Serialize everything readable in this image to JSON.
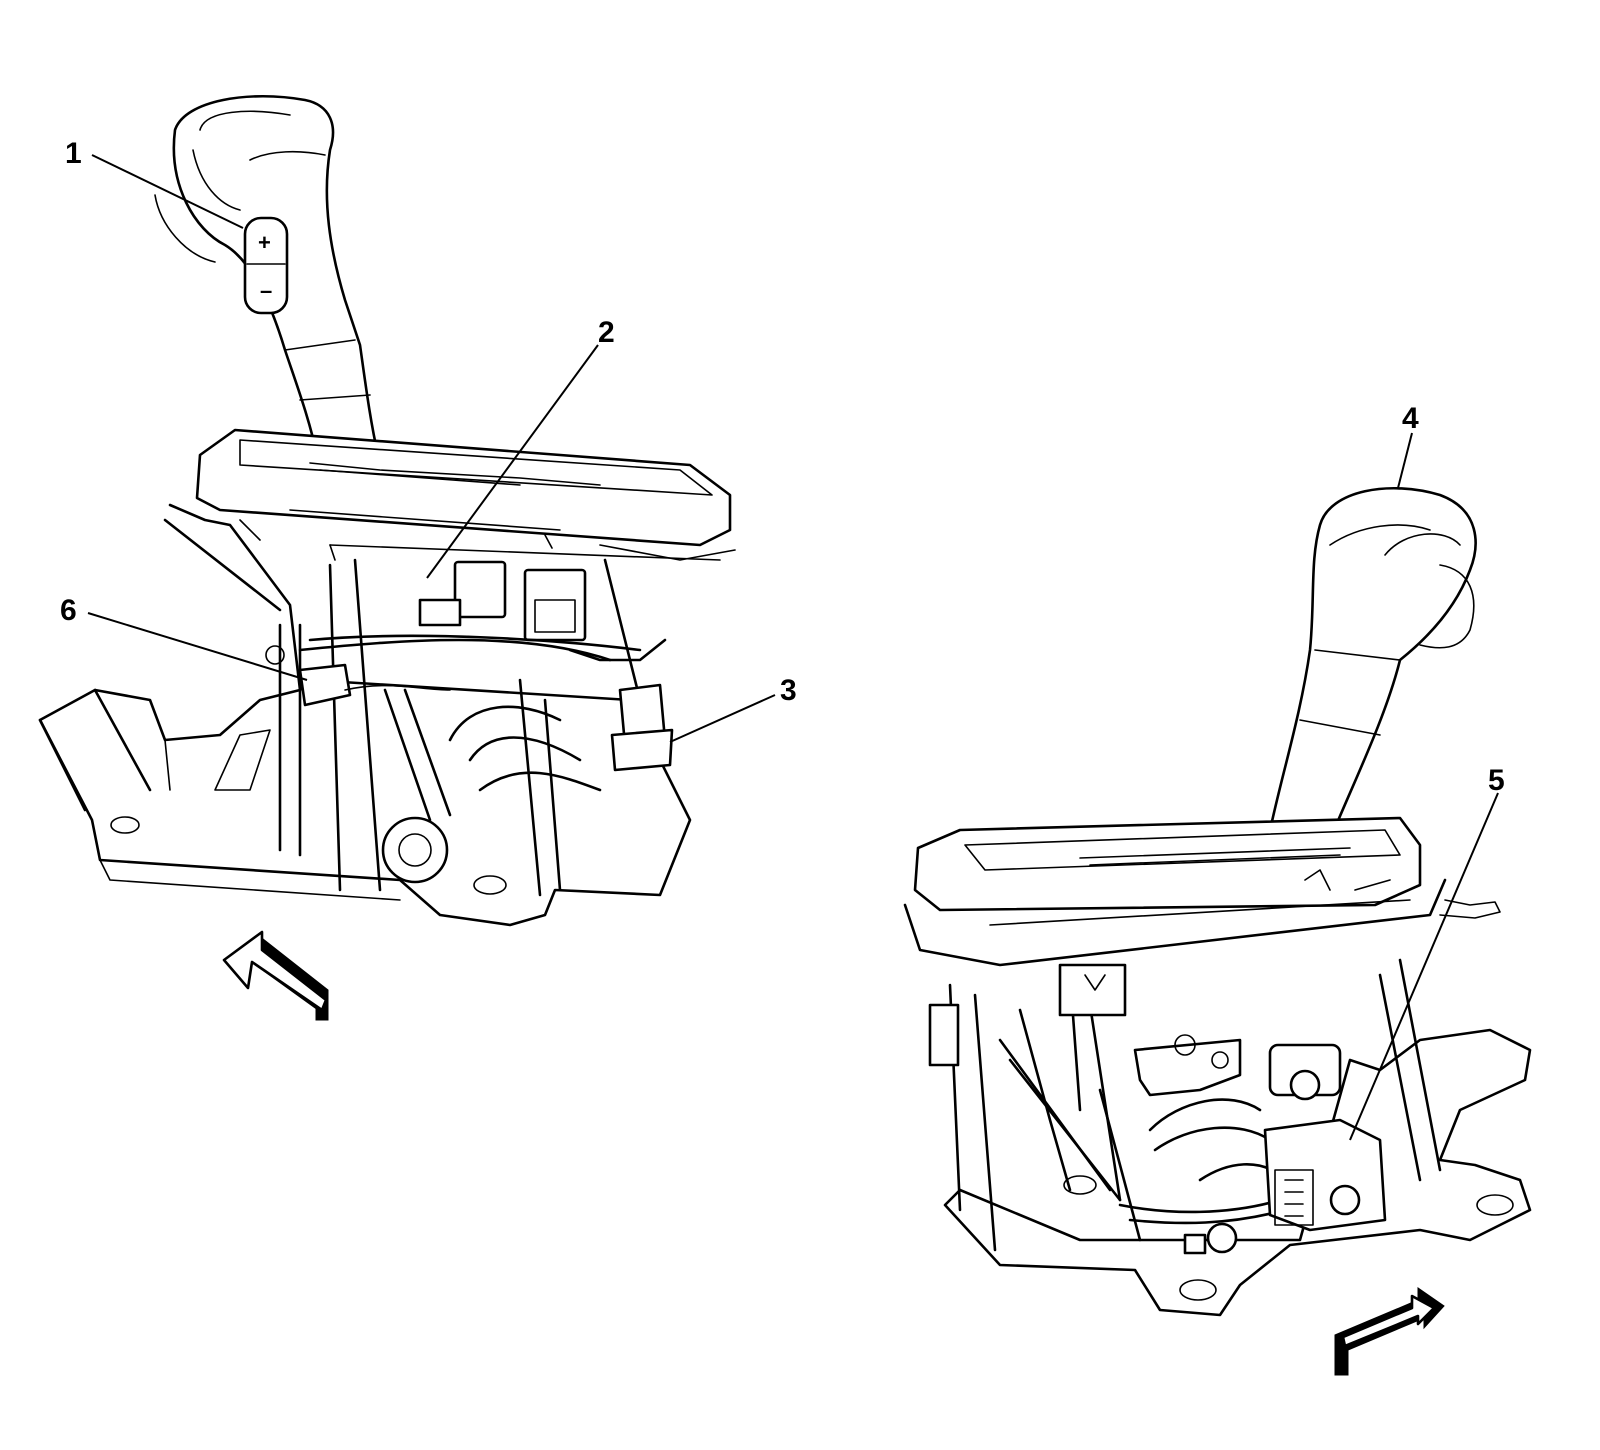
{
  "callouts": [
    {
      "id": "1",
      "label": "1"
    },
    {
      "id": "2",
      "label": "2"
    },
    {
      "id": "3",
      "label": "3"
    },
    {
      "id": "4",
      "label": "4"
    },
    {
      "id": "5",
      "label": "5"
    },
    {
      "id": "6",
      "label": "6"
    }
  ],
  "shifter_buttons": {
    "plus": "+",
    "minus": "–"
  },
  "colors": {
    "ink": "#000000",
    "paper": "#ffffff"
  }
}
